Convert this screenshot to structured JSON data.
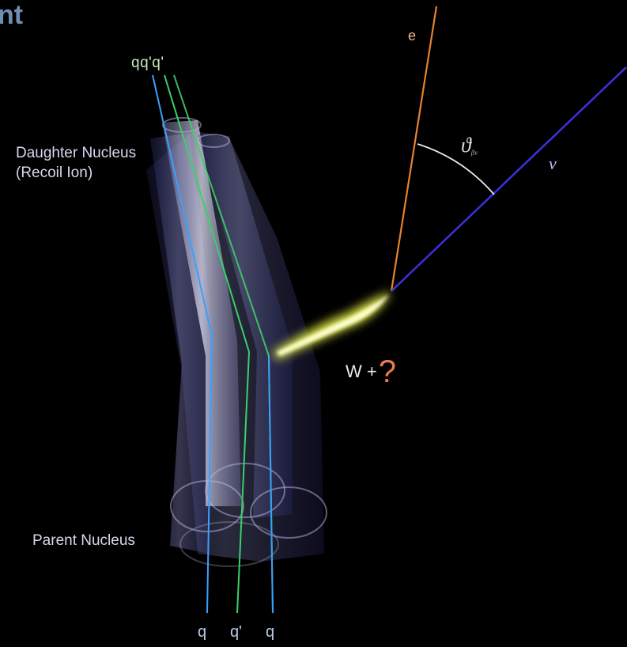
{
  "title_fragment": "nt",
  "labels": {
    "quarks_top": "qq'q'",
    "daughter_line1": "Daughter Nucleus",
    "daughter_line2": "(Recoil Ion)",
    "parent": "Parent Nucleus",
    "electron": "e",
    "neutrino": "ν",
    "angle": "ϑ",
    "angle_sub": "βν",
    "boson_prefix": "W +",
    "boson_unknown": "?",
    "quarks_bottom": [
      "q",
      "q'",
      "q"
    ]
  },
  "colors": {
    "background": "#000000",
    "electron_track": "#e8822c",
    "neutrino_track": "#3a2fd8",
    "quark_blue": "#3aa0ff",
    "quark_green": "#3ccf6a",
    "vertex_glow": "#f4ff4a",
    "question_mark": "#f07a50"
  }
}
